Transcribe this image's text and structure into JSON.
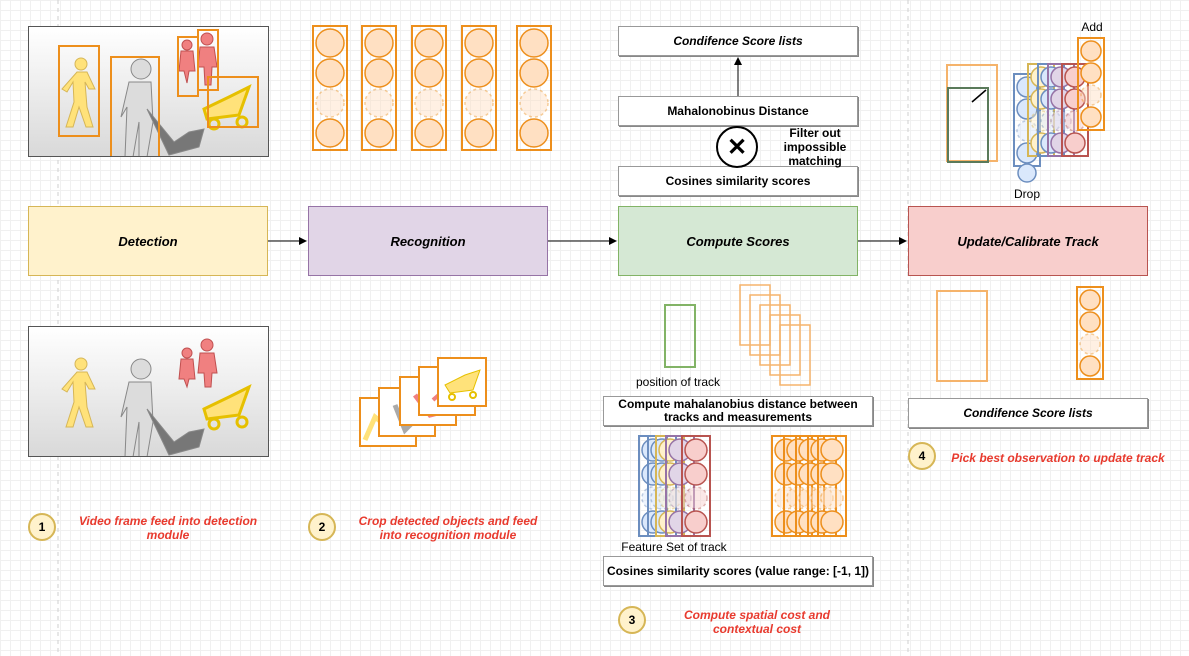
{
  "stages": {
    "detection": "Detection",
    "recognition": "Recognition",
    "compute": "Compute Scores",
    "update": "Update/Calibrate Track"
  },
  "compute_top": {
    "conf_list": "Condifence Score lists",
    "mahal": "Mahalonobinus Distance",
    "filter_note": "Filter out impossible matching",
    "cosine": "Cosines similarity scores"
  },
  "compute_bottom": {
    "position_label": "position of track",
    "mahal_desc": "Compute mahalanobius distance between tracks and measurements",
    "feature_label": "Feature Set of track",
    "cosine_range": "Cosines similarity scores (value range: [-1, 1])"
  },
  "update_section": {
    "add_label": "Add",
    "drop_label": "Drop",
    "conf_list": "Condifence Score lists"
  },
  "steps": [
    {
      "num": "1",
      "text": "Video frame feed into detection module"
    },
    {
      "num": "2",
      "text": "Crop detected objects and feed into recognition module"
    },
    {
      "num": "3",
      "text": "Compute spatial cost and contextual cost"
    },
    {
      "num": "4",
      "text": "Pick best observation to update track"
    }
  ],
  "colors": {
    "detection_fill": "#fff2cc",
    "detection_stroke": "#d6b656",
    "recognition_fill": "#e1d5e7",
    "recognition_stroke": "#9673a6",
    "compute_fill": "#d5e8d4",
    "compute_stroke": "#82b366",
    "update_fill": "#f8cecc",
    "update_stroke": "#b85450",
    "orange": "#ed8f1c",
    "caption": "#e83a2e"
  }
}
